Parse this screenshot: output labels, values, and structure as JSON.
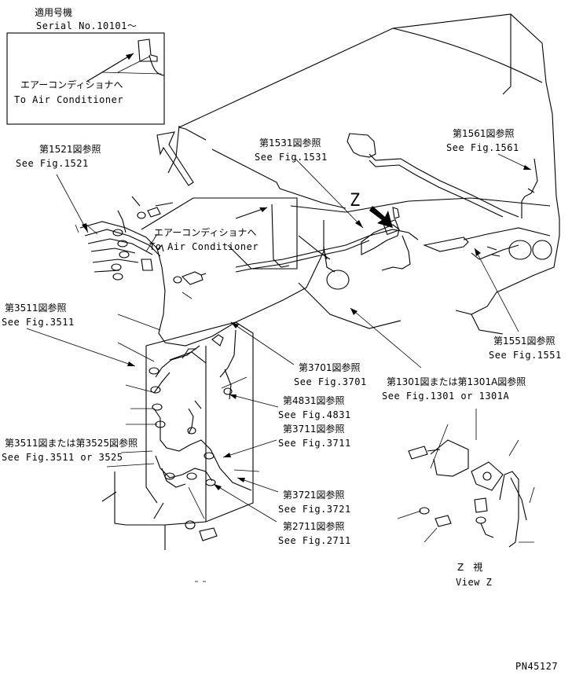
{
  "inset": {
    "title": "適用号機",
    "serial": "Serial No.10101〜",
    "to_ac_jp": "エアーコンディショナへ",
    "to_ac_en": "To Air Conditioner"
  },
  "callouts": {
    "fig1521_jp": "第1521図参照",
    "fig1521_en": "See Fig.1521",
    "fig1531_jp": "第1531図参照",
    "fig1531_en": "See Fig.1531",
    "fig1561_jp": "第1561図参照",
    "fig1561_en": "See Fig.1561",
    "ac_jp": "エアーコンディショナへ",
    "ac_en": "To Air Conditioner",
    "fig3511_jp": "第3511図参照",
    "fig3511_en": "See Fig.3511",
    "fig1551_jp": "第1551図参照",
    "fig1551_en": "See Fig.1551",
    "fig3701_jp": "第3701図参照",
    "fig3701_en": "See Fig.3701",
    "fig1301_jp": "第1301図または第1301A図参照",
    "fig1301_en": "See Fig.1301 or 1301A",
    "fig4831_jp": "第4831図参照",
    "fig4831_en": "See Fig.4831",
    "fig3711_jp": "第3711図参照",
    "fig3711_en": "See Fig.3711",
    "fig3525_jp": "第3511図または第3525図参照",
    "fig3525_en": "See Fig.3511 or 3525",
    "fig3721_jp": "第3721図参照",
    "fig3721_en": "See Fig.3721",
    "fig2711_jp": "第2711図参照",
    "fig2711_en": "See Fig.2711"
  },
  "view_z": {
    "letter": "Z",
    "jp": "Z　視",
    "en": "View Z"
  },
  "part_number": "PN45127"
}
